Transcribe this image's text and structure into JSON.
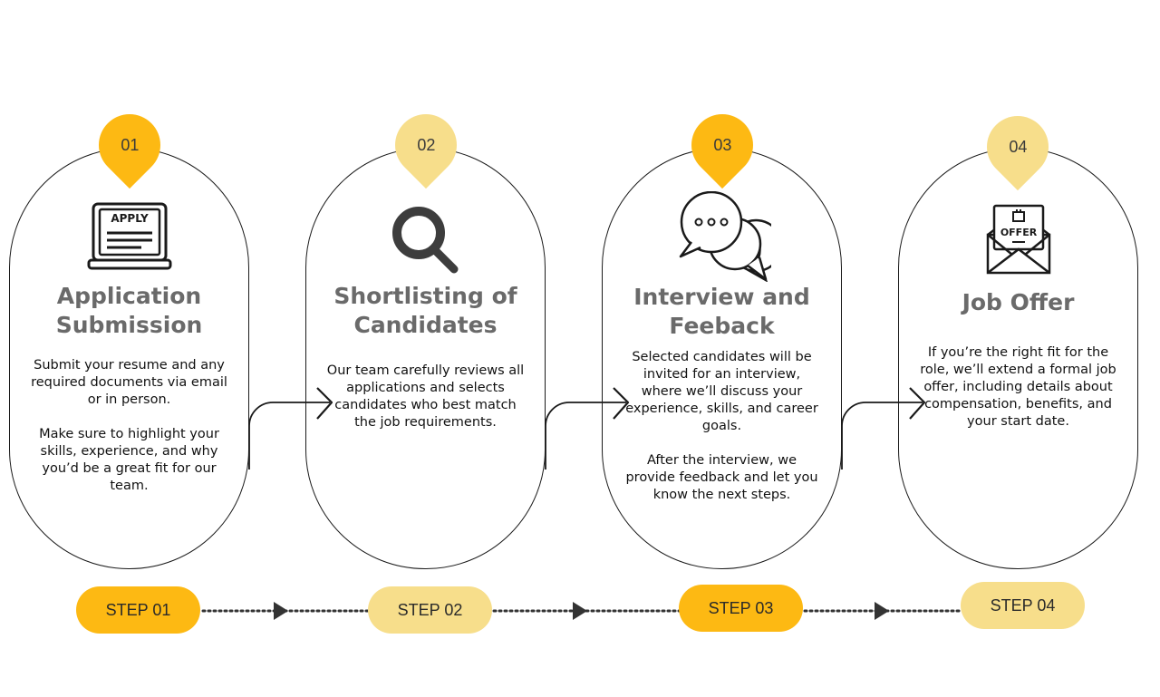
{
  "colors": {
    "dark": "#FDB913",
    "light": "#F7DE8B",
    "outline": "#1a1a1a",
    "title": "#6a6a6a"
  },
  "steps": [
    {
      "number": "01",
      "icon": "apply-laptop-icon",
      "icon_text": "APPLY",
      "title": "Application\nSubmission",
      "desc": [
        "Submit your resume and any required documents via email or in person.",
        "Make sure to highlight your skills, experience, and why you’d be a great fit for our team."
      ],
      "pill": "STEP 01",
      "tone": "dark"
    },
    {
      "number": "02",
      "icon": "magnifier-icon",
      "title": "Shortlisting of\nCandidates",
      "desc": [
        "Our team carefully reviews all applications and selects candidates who best match the job requirements."
      ],
      "pill": "STEP 02",
      "tone": "light"
    },
    {
      "number": "03",
      "icon": "chat-bubbles-icon",
      "title": "Interview and\nFeeback",
      "desc": [
        "Selected candidates will be invited for an interview, where we’ll discuss your experience, skills, and career goals.",
        "After the interview, we provide feedback and let you know the next steps."
      ],
      "pill": "STEP 03",
      "tone": "dark"
    },
    {
      "number": "04",
      "icon": "offer-envelope-icon",
      "icon_text": "OFFER",
      "title": "Job Offer",
      "desc": [
        "If you’re the right fit for the role, we’ll extend a formal job offer, including details about compensation, benefits, and your start date."
      ],
      "pill": "STEP 04",
      "tone": "light"
    }
  ]
}
